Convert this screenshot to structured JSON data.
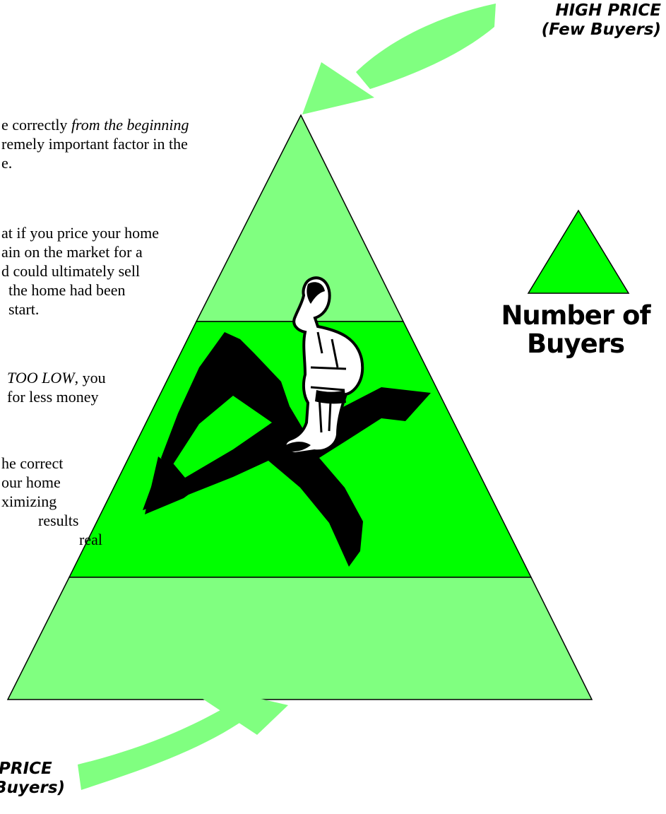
{
  "colors": {
    "pyramid_light": "#80ff80",
    "pyramid_mid": "#00ff00",
    "arrow": "#80ff80",
    "x_mark": "#000000",
    "text": "#000000"
  },
  "icons": {
    "figure": "standing-person-icon",
    "x_mark": "x-mark-icon",
    "arrow_top": "curved-arrow-icon",
    "arrow_bottom": "curved-arrow-icon",
    "legend_triangle": "triangle-icon"
  },
  "top_label": {
    "line1": "HIGH PRICE",
    "line2": "(Few Buyers)"
  },
  "bottom_label": {
    "line1": "PRICE",
    "line2": "Buyers)"
  },
  "legend": {
    "line1": "Number of",
    "line2": "Buyers"
  },
  "paragraphs": [
    {
      "lines": [
        {
          "a": "e correctly ",
          "b": "from the beginning"
        },
        "remely important factor in the",
        "e."
      ]
    },
    {
      "lines": [
        "at if you price your home",
        "ain on the market for a",
        "d could ultimately sell",
        "the home had been",
        "start."
      ]
    },
    {
      "lines": [
        {
          "a": "TOO LOW",
          "b": ",  you"
        },
        "for less money"
      ]
    },
    {
      "lines": [
        "he  correct",
        "our home",
        "ximizing",
        "results",
        "real"
      ]
    }
  ]
}
